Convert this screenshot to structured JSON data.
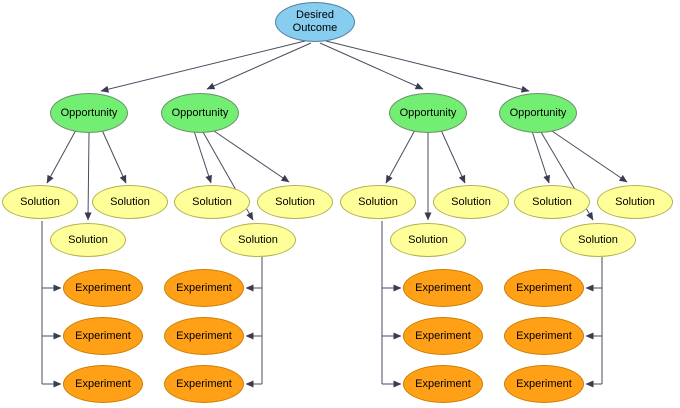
{
  "diagram": {
    "type": "opportunity-solution-tree",
    "labels": {
      "outcome": "Desired Outcome",
      "opportunity": "Opportunity",
      "solution": "Solution",
      "experiment": "Experiment"
    },
    "colors": {
      "outcome_fill": "#86cdf0",
      "outcome_border": "#527ea0",
      "opportunity_fill": "#72ee72",
      "opportunity_border": "#6c8f6c",
      "solution_fill": "#ffff99",
      "solution_border": "#b1b14e",
      "experiment_fill": "#ffa017",
      "experiment_border": "#cc7e00",
      "connector": "#4b4b60",
      "background": "#ffffff"
    },
    "structure": {
      "outcome_count": 1,
      "opportunity_count": 4,
      "solution_count": 12,
      "experiment_count": 12,
      "solutions_per_opportunity": 3,
      "experiment_columns": 4,
      "experiments_per_column": 3
    }
  }
}
